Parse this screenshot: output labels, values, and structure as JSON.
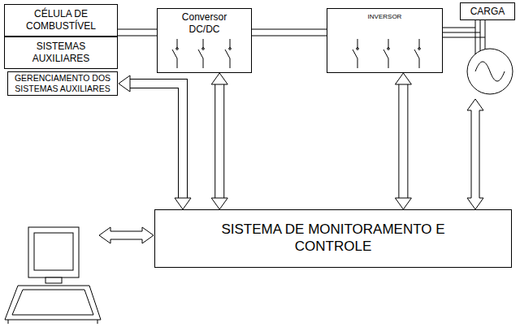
{
  "diagram": {
    "nodes": [
      {
        "text": [
          "CÉLULA DE COMBUSTÍVEL"
        ]
      },
      {
        "text": [
          "SISTEMAS AUXILIARES"
        ]
      },
      {
        "text": [
          "GERENCIAMENTO DOS SISTEMAS AUXILIARES"
        ]
      },
      {
        "text": [
          "Conversor DC/DC"
        ]
      },
      {
        "text": [
          "INVERSOR"
        ]
      },
      {
        "text": [
          "CARGA"
        ]
      },
      {
        "text": [
          "SISTEMA DE MONITORAMENTO E CONTROLE"
        ]
      }
    ],
    "edges": [
      {
        "from": 0,
        "to": 3,
        "arrow": "none"
      },
      {
        "from": 3,
        "to": 4,
        "arrow": "none"
      },
      {
        "from": 4,
        "to": 5,
        "arrow": "none"
      },
      {
        "from": 2,
        "to": 6,
        "arrow": "both"
      },
      {
        "from": 3,
        "to": 6,
        "arrow": "both"
      },
      {
        "from": 4,
        "to": 6,
        "arrow": "both"
      }
    ]
  }
}
